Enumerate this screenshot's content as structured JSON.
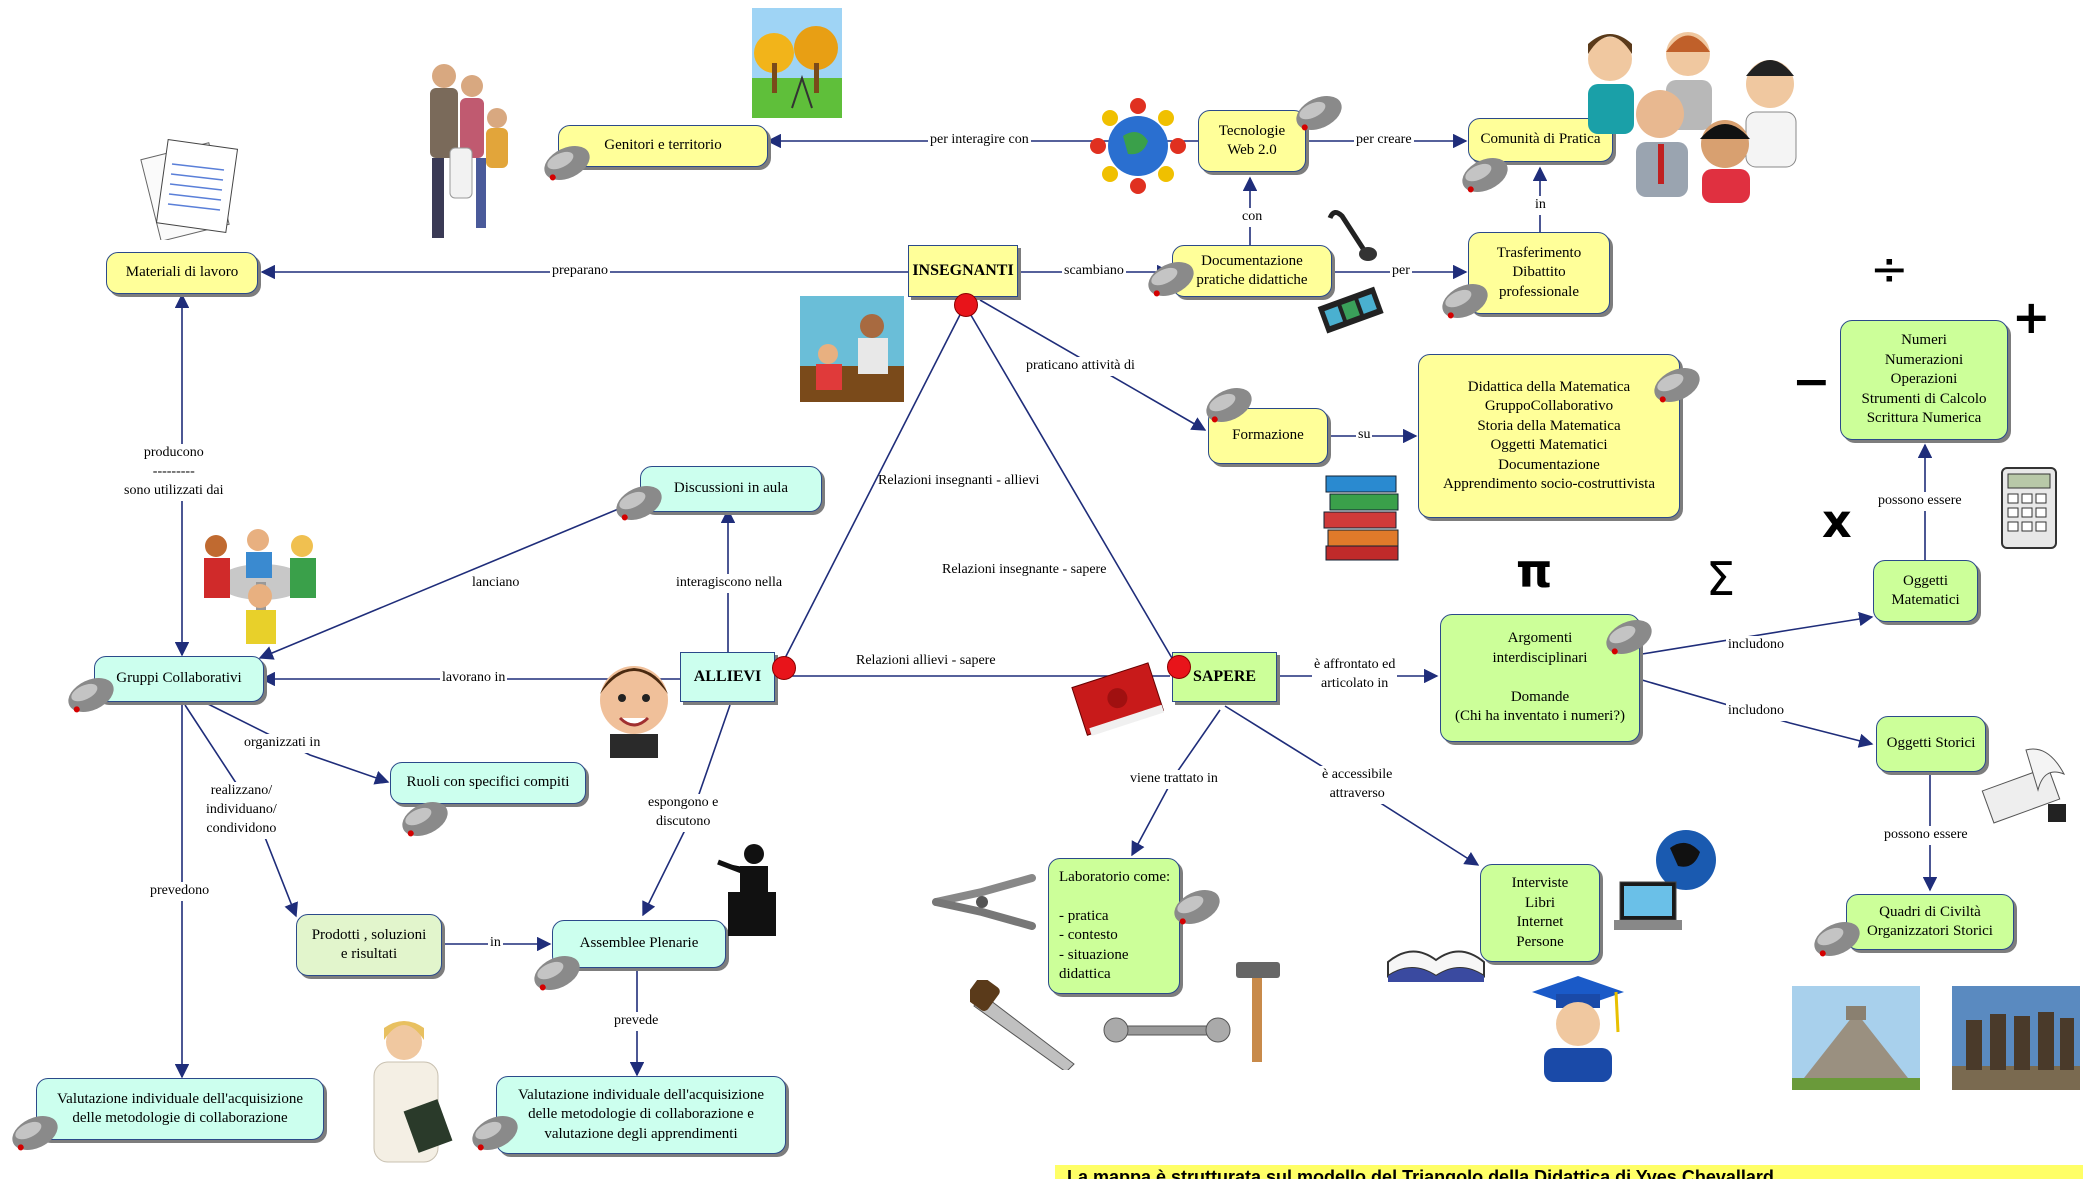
{
  "hubs": {
    "insegnanti": "INSEGNANTI",
    "allievi": "ALLIEVI",
    "sapere": "SAPERE"
  },
  "nodes": {
    "genitori": "Genitori e territorio",
    "tecnologie": "Tecnologie\nWeb 2.0",
    "comunita": "Comunità di Pratica",
    "materiali": "Materiali di lavoro",
    "documentazione": "Documentazione\npratiche didattiche",
    "trasferimento": "Trasferimento\nDibattito\nprofessionale",
    "formazione": "Formazione",
    "didattica": "Didattica della Matematica\nGruppoCollaborativo\nStoria della Matematica\nOggetti Matematici\nDocumentazione\nApprendimento  socio-costruttivista",
    "numeri": "Numeri\nNumerazioni\nOperazioni\nStrumenti di Calcolo\nScrittura Numerica",
    "discussioni": "Discussioni in aula",
    "gruppi": "Gruppi  Collaborativi",
    "ruoli": "Ruoli con specifici compiti",
    "prodotti": "Prodotti , soluzioni\ne risultati",
    "assemblee": "Assemblee Plenarie",
    "valutazione1": "Valutazione individuale dell'acquisizione\ndelle metodologie di collaborazione",
    "valutazione2": "Valutazione individuale dell'acquisizione\ndelle metodologie di collaborazione e\nvalutazione degli apprendimenti",
    "argomenti": "Argomenti\ninterdisciplinari\n\nDomande\n(Chi ha inventato i numeri?)",
    "oggetti_matematici": "Oggetti\nMatematici",
    "oggetti_storici": "Oggetti Storici",
    "quadri": "Quadri di Civiltà\nOrganizzatori Storici",
    "laboratorio": "Laboratorio come:\n\n- pratica\n- contesto\n- situazione didattica",
    "interviste": "Interviste\nLibri\nInternet\nPersone"
  },
  "labels": {
    "per_interagire": "per interagire con",
    "per_creare": "per creare",
    "con": "con",
    "in_top": "in",
    "per": "per",
    "preparano": "preparano",
    "scambiano": "scambiano",
    "praticano": "praticano attività di",
    "su": "su",
    "producono": "producono\n---------\nsono utilizzati dai",
    "rel_ins_all": "Relazioni insegnanti - allievi",
    "rel_ins_sap": "Relazioni insegnante - sapere",
    "rel_all_sap": "Relazioni allievi - sapere",
    "lanciano": "lanciano",
    "interagiscono": "interagiscono nella",
    "lavorano": "lavorano in",
    "organizzati": "organizzati in",
    "realizzano": "realizzano/\nindividuano/\ncondividono",
    "prevedono": "prevedono",
    "espongono": "espongono e\ndiscutono",
    "in_mid": "in",
    "prevede": "prevede",
    "affrontato": "è affrontato ed\narticolato in",
    "includono1": "includono",
    "includono2": "includono",
    "possono1": "possono  essere",
    "possono2": "possono  essere",
    "viene_trattato": "viene trattato in",
    "accessibile": "è accessibile\nattraverso"
  },
  "symbols": {
    "divide": "÷",
    "plus": "+",
    "minus": "−",
    "times": "x",
    "pi": "π",
    "sigma": "Σ"
  },
  "banner": "La mappa è strutturata sul modello del Triangolo della Didattica di Yves Chevallard",
  "colors": {
    "node_yellow": "#ffff99",
    "node_green": "#ccff99",
    "node_cyan": "#ccffee",
    "arrow": "#1f2d7a",
    "dot": "#e8141a",
    "banner": "#ffff66"
  },
  "icons": [
    "mouse-icon",
    "family-icon",
    "park-icon",
    "globe-people-icon",
    "professionals-icon",
    "papers-icon",
    "microphone-icon",
    "film-icon",
    "teacher-student-icon",
    "books-icon",
    "calculator-icon",
    "children-table-icon",
    "boy-face-icon",
    "red-book-icon",
    "speaker-icon",
    "businesswoman-icon",
    "pliers-icon",
    "hammer-icon",
    "saw-icon",
    "wrench-icon",
    "open-book-icon",
    "laptop-globe-icon",
    "graduate-icon",
    "quill-icon",
    "pyramid-photo-icon",
    "moai-photo-icon"
  ]
}
